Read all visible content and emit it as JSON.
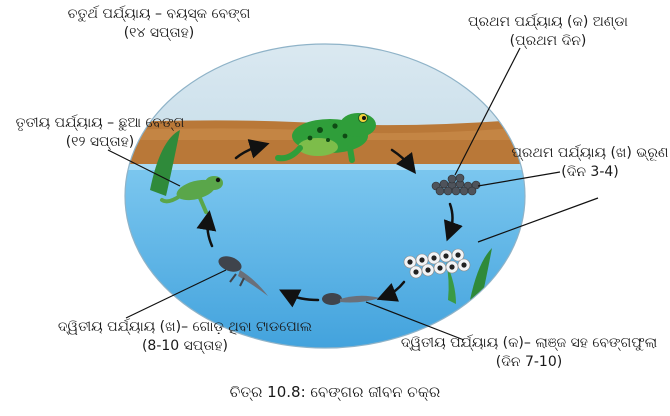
{
  "labels": {
    "stage4": {
      "line1": "ଚତୁର୍ଥ ପର୍ଯ୍ୟାୟ – ବୟସ୍କ ବେଙ୍ଗ",
      "line2": "(୧୪ ସପ୍ତାହ)"
    },
    "stage1a": {
      "line1": "ପ୍ରଥମ ପର୍ଯ୍ୟାୟ (କ) ଅଣ୍ଡା",
      "line2": "(ପ୍ରଥମ ଦିନ)"
    },
    "stage1b": {
      "line1": "ପ୍ରଥମ ପର୍ଯ୍ୟାୟ (ଖ) ଭ୍ରୂଣ",
      "line2": "(ଦିନ 3-4)"
    },
    "stage3": {
      "line1": "ତୃତୀୟ ପର୍ଯ୍ୟାୟ – ଛୁଆ ବେଙ୍ଗ",
      "line2": "(୧୨ ସପ୍ତାହ)"
    },
    "stage2b": {
      "line1": "ଦ୍ୱିତୀୟ ପର୍ଯ୍ୟାୟ (ଖ)– ଗୋଡ଼ ଥିବା ଟାଡପୋଲ",
      "line2": "(8-10 ସପ୍ତାହ)"
    },
    "stage2a": {
      "line1": "ଦ୍ୱିତୀୟ ପର୍ଯ୍ୟାୟ (କ)– ଲାଞ୍ଜ ସହ ବେଙ୍ଗଫୁଲା",
      "line2": "(ଦିନ 7-10)"
    }
  },
  "caption": "ଚିତ୍ର 10.8: ବେଙ୍ଗର ଜୀବନ ଚକ୍ର",
  "colors": {
    "sky": "#b9d6e6",
    "mud": "#b8743a",
    "water": "#66b8e8",
    "frog_green": "#2f9e3a",
    "leaf_green": "#2f8a3a",
    "egg": "#555a62",
    "tadpole": "#4a4f58"
  }
}
